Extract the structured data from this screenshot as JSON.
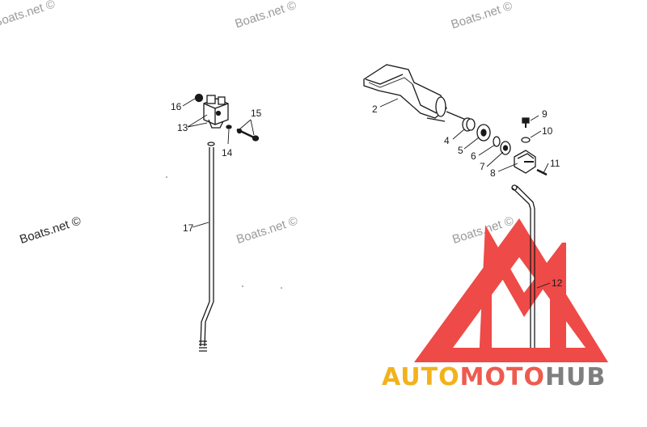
{
  "watermarks": {
    "site_label": "Boats.net ©"
  },
  "brand": {
    "part_1": "AUTO",
    "part_2": "MOTO",
    "part_3": "HUB",
    "color_1": "#f2b21b",
    "color_2": "#ef5a4f",
    "color_3": "#7f7f7f",
    "logo_color": "#ee4a47"
  },
  "callouts": {
    "c2": "2",
    "c4": "4",
    "c5": "5",
    "c6": "6",
    "c7": "7",
    "c8": "8",
    "c9": "9",
    "c10": "10",
    "c11": "11",
    "c12": "12",
    "c13": "13",
    "c14": "14",
    "c15": "15",
    "c16": "16",
    "c17": "17"
  }
}
